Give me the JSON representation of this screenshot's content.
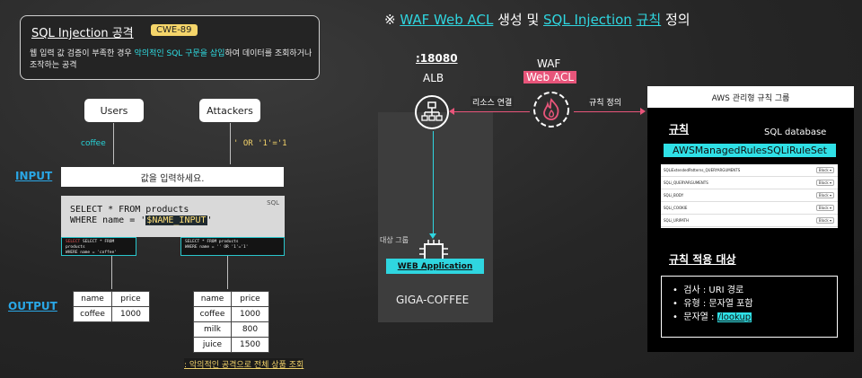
{
  "card": {
    "title": "SQL Injection 공격",
    "tag": "CWE-89",
    "desc_pre": "웹 입력 값 검증이 부족한 경우 ",
    "desc_hl": "악의적인 SQL 구문을 삽입",
    "desc_post": "하여 데이터를 조회하거나 조작하는 공격"
  },
  "actors": {
    "users": "Users",
    "attackers": "Attackers",
    "users_input": "coffee",
    "attackers_input": "' OR '1'='1"
  },
  "labels": {
    "input": "INPUT",
    "output": "OUTPUT"
  },
  "input_placeholder": "값을 입력하세요.",
  "sql": {
    "tag": "SQL",
    "line1": "SELECT * FROM products",
    "line2_pre": "WHERE name = '",
    "line2_var": "$NAME_INPUT",
    "line2_post": "'"
  },
  "mini_sql_left": {
    "line1": "SELECT * FROM products",
    "line2": "WHERE name = 'coffee'"
  },
  "mini_sql_right": {
    "line1": "SELECT * FROM products",
    "line2": "WHERE name = '' OR '1'='1'"
  },
  "table_left": {
    "headers": [
      "name",
      "price"
    ],
    "rows": [
      [
        "coffee",
        "1000"
      ]
    ]
  },
  "table_right": {
    "headers": [
      "name",
      "price"
    ],
    "rows": [
      [
        "coffee",
        "1000"
      ],
      [
        "milk",
        "800"
      ],
      [
        "juice",
        "1500"
      ]
    ]
  },
  "note": ": 악의적인 공격으로 전체 상품 조회",
  "heading": {
    "prefix": "※ ",
    "waf": "WAF Web ACL",
    "mid1": " 생성 및 ",
    "sqli": "SQL Injection",
    "mid2": " ",
    "rule": "규칙",
    "suffix": " 정의"
  },
  "alb": {
    "port": ":18080",
    "label": "ALB"
  },
  "waf": {
    "label": "WAF",
    "badge": "Web ACL"
  },
  "links": {
    "resource": "리소스 연결",
    "rule": "규칙 정의"
  },
  "target": {
    "group_label": "대상 그룹",
    "app": "WEB Application",
    "name": "GIGA-COFFEE"
  },
  "managed": {
    "header": "AWS 관리형 규칙 그룹",
    "rules_title": "규칙",
    "db_label": "SQL database",
    "ruleset": "AWSManagedRulesSQLiRuleSet",
    "rows": [
      {
        "name": "SQLiExtendedPatterns_QUERYARGUMENTS",
        "action": "Block"
      },
      {
        "name": "SQLi_QUERYARGUMENTS",
        "action": "Block"
      },
      {
        "name": "SQLi_BODY",
        "action": "Block"
      },
      {
        "name": "SQLi_COOKIE",
        "action": "Block"
      },
      {
        "name": "SQLi_URIPATH",
        "action": "Block"
      }
    ],
    "scope_title": "규칙 적용 대상",
    "scope": [
      {
        "text": "검사 : URI 경로"
      },
      {
        "text": "유형 : 문자열 포함"
      },
      {
        "pre": "문자열 : ",
        "hl": "/lookup"
      }
    ]
  },
  "colors": {
    "cyan": "#2fe0e6",
    "pink": "#e8557a",
    "yellow": "#f5d56a",
    "blue": "#2aa7e6"
  },
  "icons": [
    "alb-network-icon",
    "waf-fire-icon",
    "chip-icon"
  ]
}
